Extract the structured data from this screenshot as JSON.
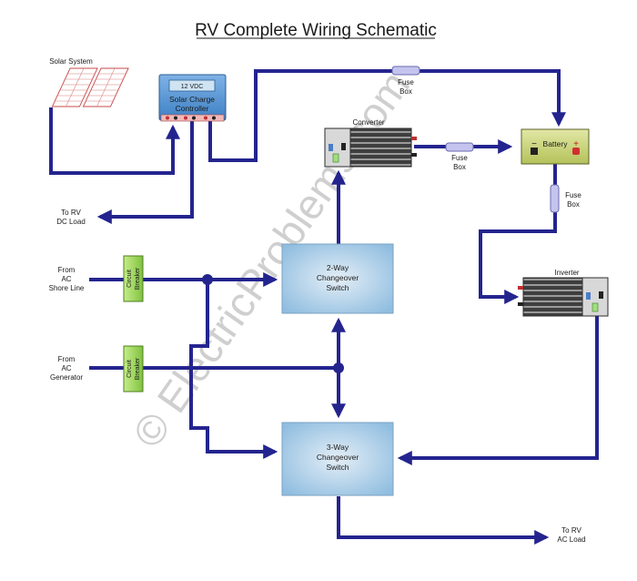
{
  "title": "RV Complete Wiring Schematic",
  "watermark": "© ElectricProblems.com",
  "colors": {
    "wire": "#24248f",
    "breaker": "#8ed04a",
    "switch_box": "#a9cde6",
    "battery": "#c9d67a",
    "fuse": "#b9b9e8",
    "panel": "#f3c9c9"
  },
  "solar": {
    "label": "Solar System"
  },
  "controller": {
    "display": "12 VDC",
    "line1": "Solar Charge",
    "line2": "Controller"
  },
  "converter": {
    "label": "Converter"
  },
  "inverter": {
    "label": "Inverter"
  },
  "battery": {
    "label": "Battery",
    "neg": "−",
    "pos": "+"
  },
  "fuse_top": {
    "line1": "Fuse",
    "line2": "Box"
  },
  "fuse_mid": {
    "line1": "Fuse",
    "line2": "Box"
  },
  "fuse_right": {
    "line1": "Fuse",
    "line2": "Box"
  },
  "dc_load": {
    "line1": "To RV",
    "line2": "DC Load"
  },
  "shore": {
    "line1": "From",
    "line2": "AC",
    "line3": "Shore Line"
  },
  "generator": {
    "line1": "From",
    "line2": "AC",
    "line3": "Generator"
  },
  "breaker": {
    "line1": "Circuit",
    "line2": "Breaker"
  },
  "switch2": {
    "line1": "2-Way",
    "line2": "Changeover",
    "line3": "Switch"
  },
  "switch3": {
    "line1": "3-Way",
    "line2": "Changeover",
    "line3": "Switch"
  },
  "ac_load": {
    "line1": "To RV",
    "line2": "AC Load"
  }
}
